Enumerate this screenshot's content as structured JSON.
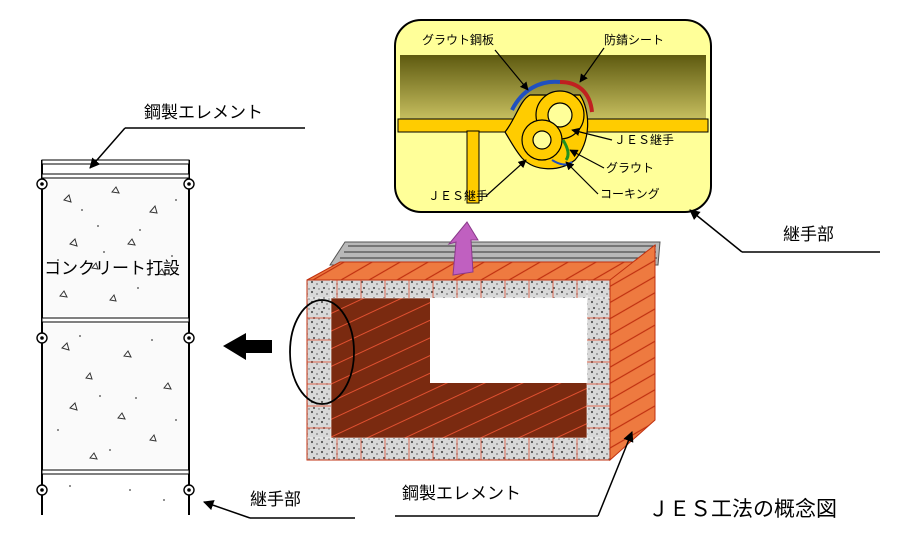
{
  "labels": {
    "steel_element_top": "鋼製エレメント",
    "concrete": "コンクリート打設",
    "joint_left": "継手部",
    "steel_element_bottom": "鋼製エレメント",
    "joint_right": "継手部",
    "title": "ＪＥＳ工法の概念図"
  },
  "callout": {
    "grout_steel_plate": "グラウト鋼板",
    "antirust_sheet": "防錆シート",
    "jes_joint_right": "ＪＥＳ継手",
    "grout": "グラウト",
    "caulking": "コーキング",
    "jes_joint_left": "ＪＥＳ継手"
  },
  "colors": {
    "callout_bg": "#ffff99",
    "soil": "#808020",
    "joint_yellow": "#ffcc00",
    "box_orange": "#f07030",
    "box_inner": "#7a2a10",
    "arrow_purple": "#c060c0",
    "grout_blue": "#2050c0",
    "sheet_red": "#c02020",
    "caulk_green": "#209020"
  }
}
